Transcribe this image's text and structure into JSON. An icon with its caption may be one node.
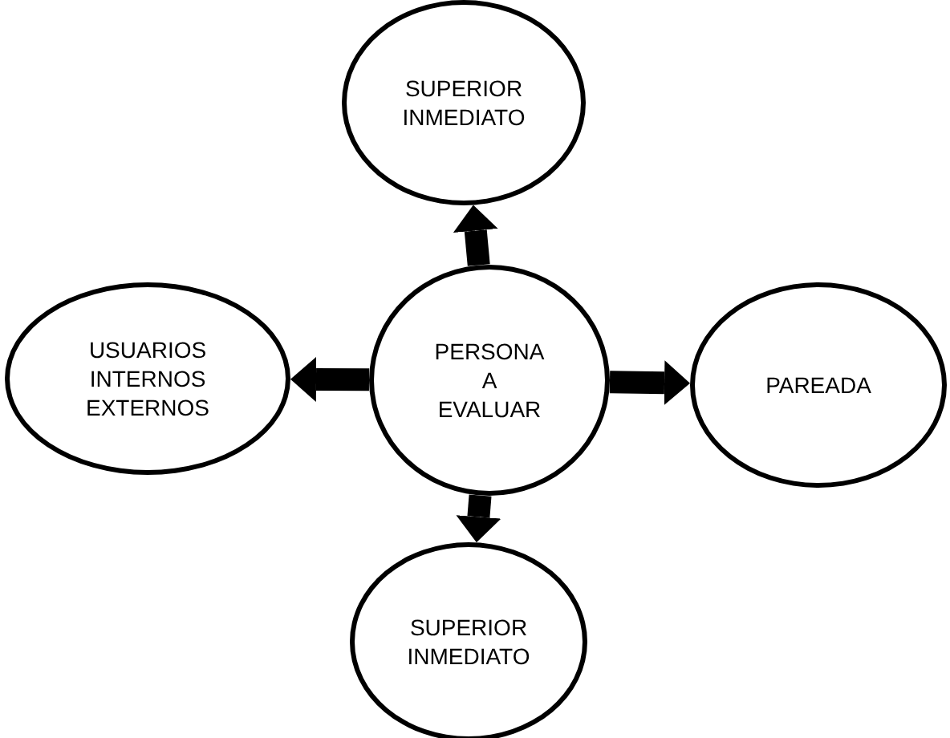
{
  "diagram": {
    "nodes": [
      {
        "text": [
          "SUPERIOR INMEDIATO"
        ]
      },
      {
        "text": [
          "USUARIOS INTERNOS EXTERNOS"
        ]
      },
      {
        "text": [
          "PERSONA A EVALUAR"
        ]
      },
      {
        "text": [
          "PAREADA"
        ]
      },
      {
        "text": [
          "SUPERIOR INMEDIATO"
        ]
      }
    ],
    "edges": [
      {
        "from": 2,
        "to": 0,
        "arrow": "to"
      },
      {
        "from": 2,
        "to": 1,
        "arrow": "to"
      },
      {
        "from": 2,
        "to": 3,
        "arrow": "to"
      },
      {
        "from": 2,
        "to": 4,
        "arrow": "to"
      }
    ]
  }
}
